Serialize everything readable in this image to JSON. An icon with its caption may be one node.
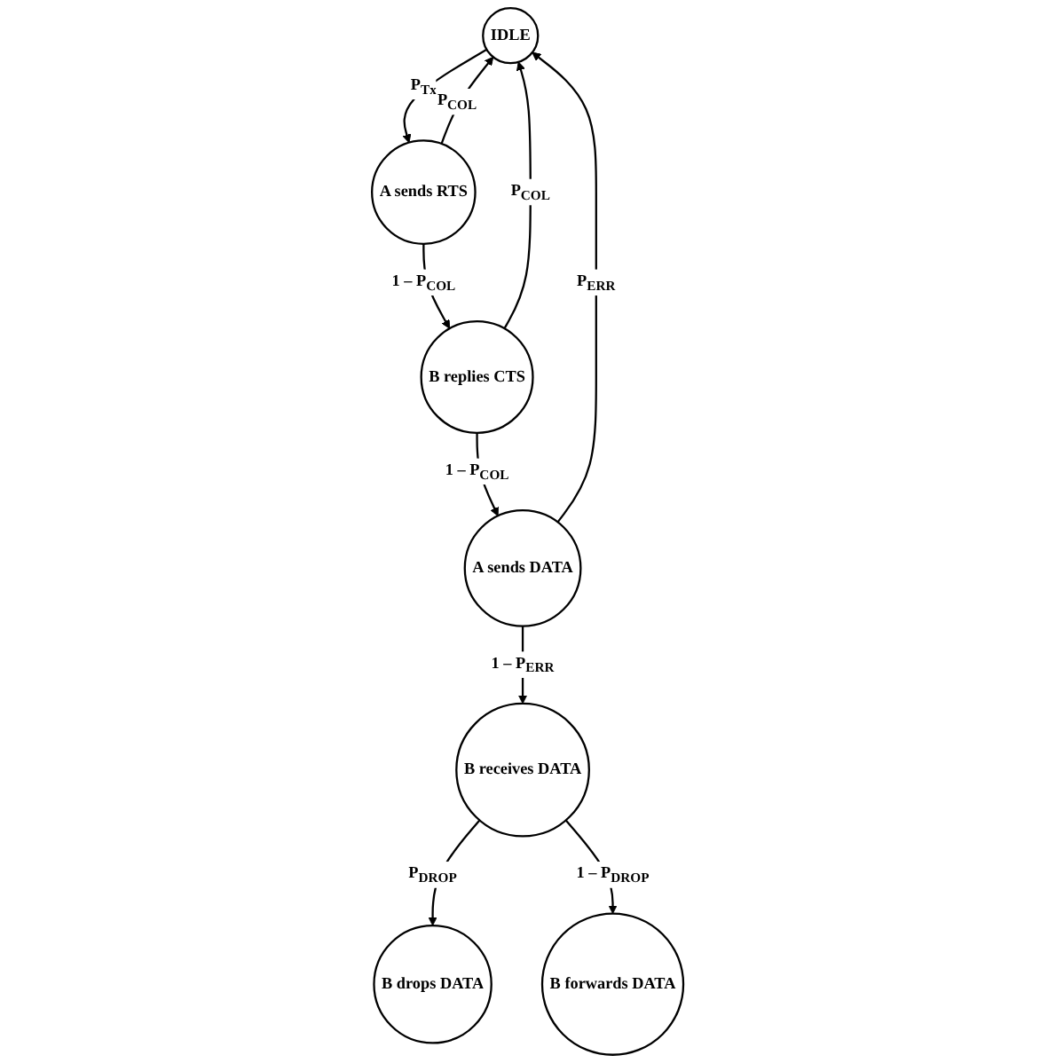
{
  "diagram": {
    "nodes": [
      {
        "text": [
          "IDLE"
        ]
      },
      {
        "text": [
          "A sends RTS"
        ]
      },
      {
        "text": [
          "B replies CTS"
        ]
      },
      {
        "text": [
          "A sends DATA"
        ]
      },
      {
        "text": [
          "B receives DATA"
        ]
      },
      {
        "text": [
          "B drops DATA"
        ]
      },
      {
        "text": [
          "B forwards DATA"
        ]
      }
    ],
    "edges": [
      {
        "from": 0,
        "to": 1,
        "arrow": "to",
        "label": "P$_{Tx}$"
      },
      {
        "from": 1,
        "to": 0,
        "arrow": "to",
        "label": "P$_{COL}$"
      },
      {
        "from": 2,
        "to": 0,
        "arrow": "to",
        "label": "P$_{COL}$"
      },
      {
        "from": 1,
        "to": 2,
        "arrow": "to",
        "label": "1 – P$_{COL}$"
      },
      {
        "from": 2,
        "to": 3,
        "arrow": "to",
        "label": "1 – P$_{COL}$"
      },
      {
        "from": 3,
        "to": 0,
        "arrow": "to",
        "label": "P$_{ERR}$"
      },
      {
        "from": 3,
        "to": 4,
        "arrow": "to",
        "label": "1 – P$_{ERR}$"
      },
      {
        "from": 4,
        "to": 5,
        "arrow": "to",
        "label": "P$_{DROP}$"
      },
      {
        "from": 4,
        "to": 6,
        "arrow": "to",
        "label": "1 – P$_{DROP}$"
      }
    ]
  }
}
